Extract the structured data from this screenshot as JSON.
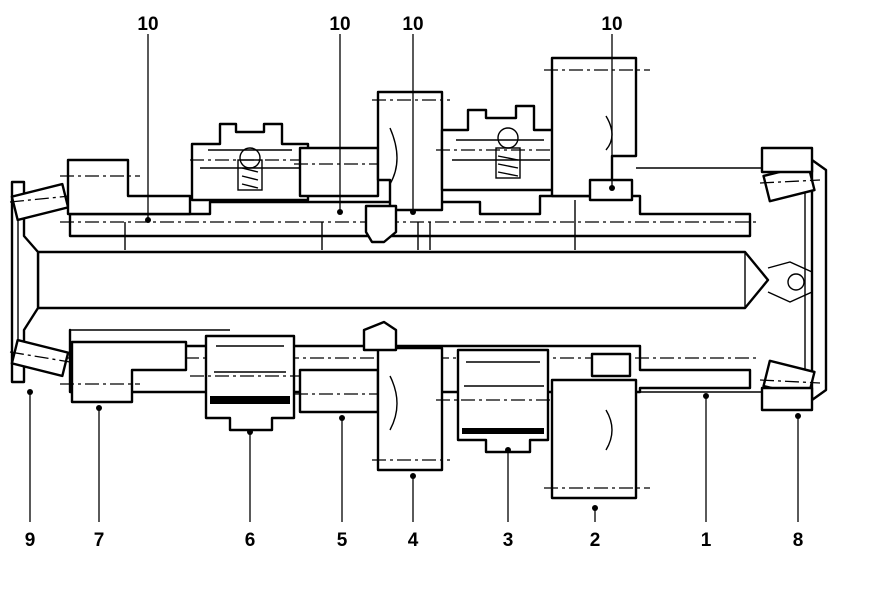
{
  "diagram": {
    "callouts": {
      "c1": "1",
      "c2": "2",
      "c3": "3",
      "c4": "4",
      "c5": "5",
      "c6": "6",
      "c7": "7",
      "c8": "8",
      "c9": "9",
      "c10a": "10",
      "c10b": "10",
      "c10c": "10",
      "c10d": "10"
    }
  }
}
